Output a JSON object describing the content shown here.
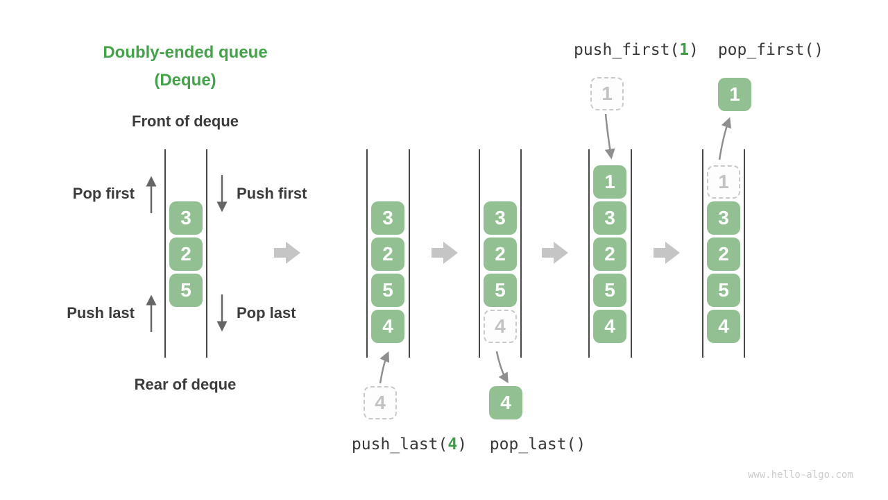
{
  "title": {
    "line1": "Doubly-ended queue",
    "line2": "(Deque)"
  },
  "labels": {
    "front_of_deque": "Front of deque",
    "rear_of_deque": "Rear of deque",
    "pop_first": "Pop first",
    "push_first": "Push first",
    "push_last": "Push last",
    "pop_last": "Pop last"
  },
  "operations": {
    "push_first": {
      "pre": "push_first(",
      "arg": "1",
      "post": ")"
    },
    "pop_first": {
      "label": "pop_first()"
    },
    "push_last": {
      "pre": "push_last(",
      "arg": "4",
      "post": ")"
    },
    "pop_last": {
      "label": "pop_last()"
    }
  },
  "queues": [
    {
      "name": "initial-deque",
      "cells": [
        {
          "value": "3",
          "style": "solid"
        },
        {
          "value": "2",
          "style": "solid"
        },
        {
          "value": "5",
          "style": "solid"
        }
      ]
    },
    {
      "name": "after-push-last",
      "cells": [
        {
          "value": "3",
          "style": "solid"
        },
        {
          "value": "2",
          "style": "solid"
        },
        {
          "value": "5",
          "style": "solid"
        },
        {
          "value": "4",
          "style": "solid"
        }
      ],
      "incoming": {
        "value": "4",
        "style": "dashed"
      }
    },
    {
      "name": "after-pop-last",
      "cells": [
        {
          "value": "3",
          "style": "solid"
        },
        {
          "value": "2",
          "style": "solid"
        },
        {
          "value": "5",
          "style": "solid"
        },
        {
          "value": "4",
          "style": "dashed"
        }
      ],
      "outgoing": {
        "value": "4",
        "style": "solid"
      }
    },
    {
      "name": "after-push-first",
      "cells": [
        {
          "value": "1",
          "style": "solid"
        },
        {
          "value": "3",
          "style": "solid"
        },
        {
          "value": "2",
          "style": "solid"
        },
        {
          "value": "5",
          "style": "solid"
        },
        {
          "value": "4",
          "style": "solid"
        }
      ],
      "incoming": {
        "value": "1",
        "style": "dashed"
      }
    },
    {
      "name": "after-pop-first",
      "cells": [
        {
          "value": "1",
          "style": "dashed"
        },
        {
          "value": "3",
          "style": "solid"
        },
        {
          "value": "2",
          "style": "solid"
        },
        {
          "value": "5",
          "style": "solid"
        },
        {
          "value": "4",
          "style": "solid"
        }
      ],
      "outgoing": {
        "value": "1",
        "style": "solid"
      }
    }
  ],
  "colors": {
    "title_green": "#44a24a",
    "code_green": "#3f9d45",
    "cell_green": "#92c092",
    "cell_text": "#ffffff",
    "dashed_border": "#c9c9c9",
    "dashed_text": "#c2c2c2",
    "dark_text": "#3b3b3b",
    "flow_arrow_gray": "#c5c5c5",
    "connector_gray": "#8f8f8f",
    "small_arrow_gray": "#666666",
    "rail_gray": "#474747",
    "watermark_gray": "#cbcbcb"
  },
  "watermark": "www.hello-algo.com"
}
